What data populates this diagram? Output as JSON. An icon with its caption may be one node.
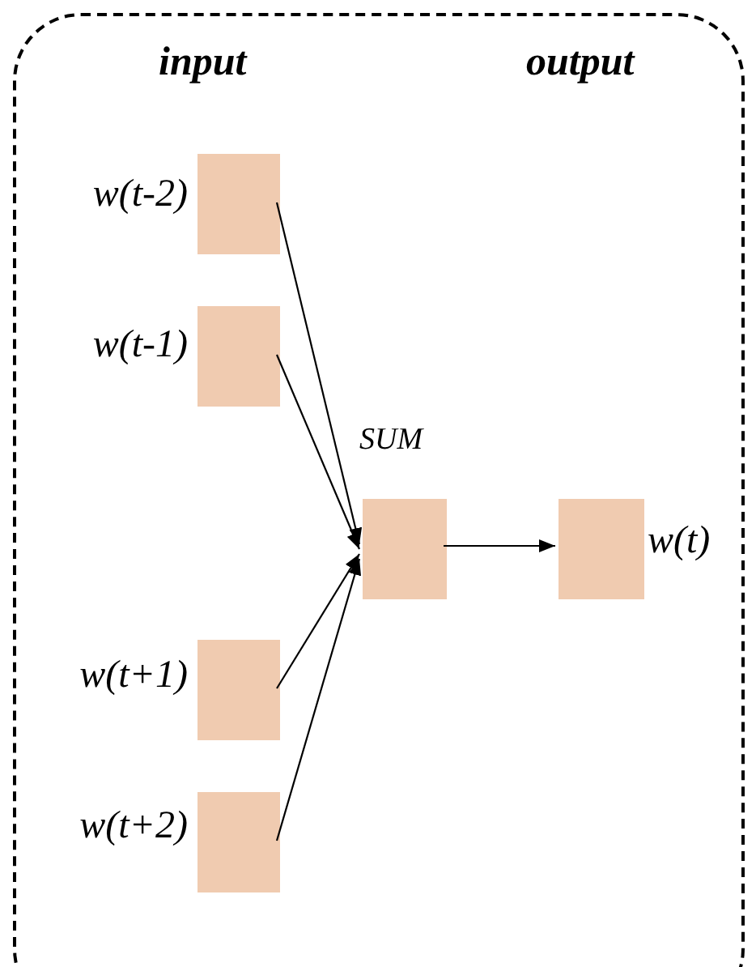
{
  "diagram": {
    "nodes": [
      {
        "text": [],
        "shape": "box"
      },
      {
        "text": [],
        "shape": "box",
        "in": 0,
        "beside": [
          "w(t-2)"
        ]
      },
      {
        "text": [],
        "shape": "box",
        "in": 0,
        "beside": [
          "w(t-1)"
        ]
      },
      {
        "text": [],
        "shape": "box",
        "in": 0,
        "beside": [
          "w(t+1)"
        ]
      },
      {
        "text": [],
        "shape": "box",
        "in": 0,
        "beside": [
          "w(t+2)"
        ]
      },
      {
        "text": [],
        "shape": "box",
        "in": 0,
        "beside": [
          "SUM"
        ]
      },
      {
        "text": [],
        "shape": "box",
        "in": 0,
        "beside": [
          "w(t)"
        ]
      }
    ],
    "edges": [
      {
        "from": 1,
        "to": 5,
        "arrow": "to"
      },
      {
        "from": 2,
        "to": 5,
        "arrow": "to"
      },
      {
        "from": 3,
        "to": 5,
        "arrow": "to"
      },
      {
        "from": 4,
        "to": 5,
        "arrow": "to"
      },
      {
        "from": 5,
        "to": 6,
        "arrow": "to"
      }
    ],
    "labels": [
      "input",
      "output"
    ]
  }
}
